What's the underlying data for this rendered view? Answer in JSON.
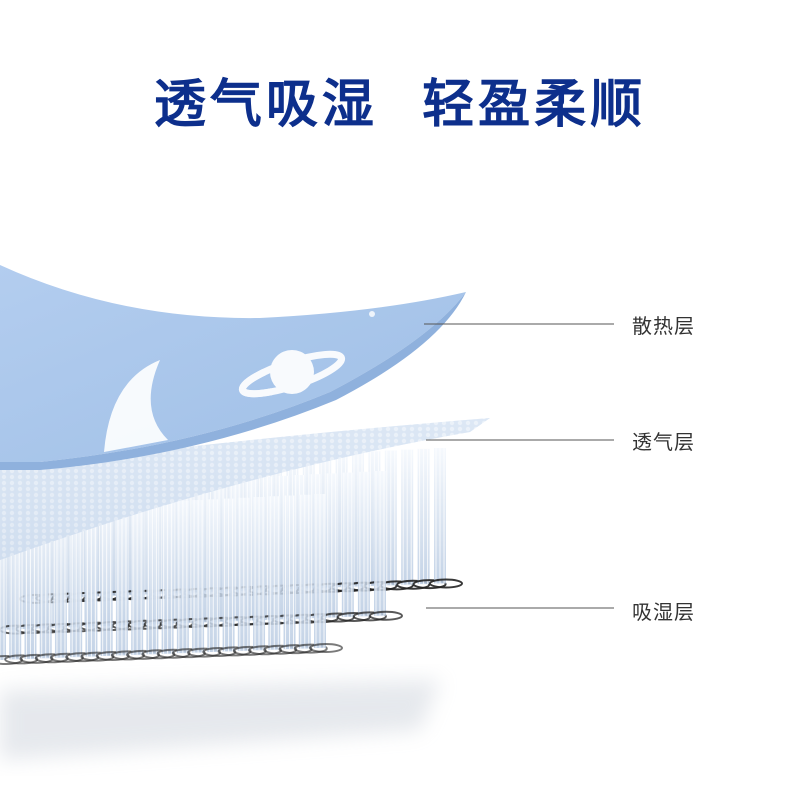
{
  "headline": "透气吸湿  轻盈柔顺",
  "layers": [
    {
      "id": "heat",
      "label": "散热层"
    },
    {
      "id": "air",
      "label": "透气层"
    },
    {
      "id": "wet",
      "label": "吸湿层"
    }
  ],
  "colors": {
    "headline": "#0d2f8c",
    "fabric_top": "#a9c7ec",
    "fabric_edge": "#8fb1dd",
    "fiber": "#e6eef8",
    "loop_dark": "#222222",
    "leader_line": "#555555",
    "label_text": "#333333"
  },
  "icons": [
    "planet-icon",
    "moon-icon"
  ]
}
